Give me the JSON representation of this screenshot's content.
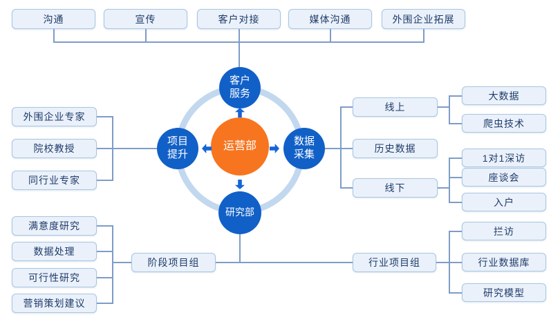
{
  "palette": {
    "accent_orange": "#F7751F",
    "node_blue": "#1160C7",
    "ring_blue": "#C2D8EE",
    "line_blue": "#7E9CC6",
    "box_fill": "#EAF1FA",
    "box_border": "#A8C6E2",
    "text_navy": "#1F3B69"
  },
  "hub": {
    "label": "运营部"
  },
  "satellites": {
    "top": "客户\n服务",
    "left": "项目\n提升",
    "right": "数据\n采集",
    "bottom": "研究部"
  },
  "customer_service_tasks": [
    "沟通",
    "宣传",
    "客户对接",
    "媒体沟通",
    "外围企业拓展"
  ],
  "project_improvement_sources": [
    "外围企业专家",
    "院校教授",
    "同行业专家"
  ],
  "data_collection": {
    "channels": [
      "线上",
      "历史数据",
      "线下"
    ],
    "online_children": [
      "大数据",
      "爬虫技术"
    ],
    "offline_children": [
      "1对1深访",
      "座谈会",
      "入户"
    ]
  },
  "research": {
    "phase_group_label": "阶段项目组",
    "phase_group_items": [
      "满意度研究",
      "数据处理",
      "可行性研究",
      "营销策划建议"
    ],
    "industry_group_label": "行业项目组",
    "industry_group_items": [
      "拦访",
      "行业数据库",
      "研究模型"
    ]
  }
}
